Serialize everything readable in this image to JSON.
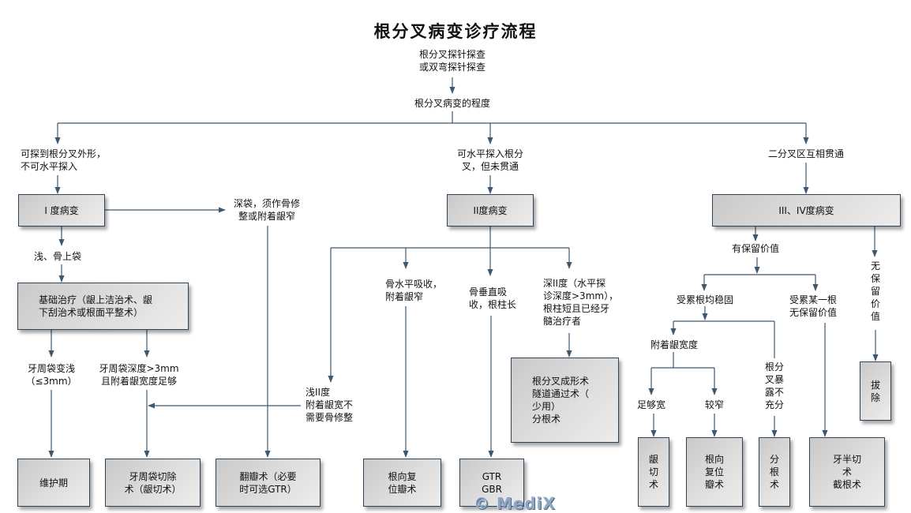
{
  "title": "根分叉病变诊疗流程",
  "start": "根分叉探针探查\n或双弯探针探查",
  "degree": "根分叉病变的程度",
  "branch_left": {
    "condition": "可探到根分叉外形，\n不可水平探入",
    "box": "I 度病变",
    "deep_note": "深袋，须作骨修\n整或附着龈窄",
    "shallow_note": "浅、骨上袋",
    "basic_therapy": "基础治疗（龈上洁治术、龈\n下刮治术或根面平整术）",
    "pocket_shallow": "牙周袋变浅\n（≤3mm）",
    "pocket_deep": "牙周袋深度>3mm\n且附着龈宽度足够",
    "outcomes": [
      "维护期",
      "牙周袋切除\n术（龈切术）",
      "翻瓣术（必要\n时可选GTR）"
    ]
  },
  "branch_middle": {
    "condition": "可水平探入根分\n叉，但未贯通",
    "box": "II度病变",
    "shallow_ii": "浅II度\n附着龈宽不\n需要骨修整",
    "bone_horizontal": "骨水平吸收，\n附着龈窄",
    "bone_vertical": "骨垂直吸\n收，根柱长",
    "deep_ii": "深II度（水平探\n诊深度>3mm），\n根柱短且已经牙\n髓治疗者",
    "deep_box": "根分叉成形术\n隧道通过术（\n少用）\n分根术",
    "outcomes": [
      "根向复\n位瓣术",
      "GTR\nGBR"
    ]
  },
  "branch_right": {
    "condition": "二分叉区互相贯通",
    "box": "III、IV度病变",
    "keep": "有保留价值",
    "no_keep": "无\n保\n留\n价\n值",
    "roots_stable": "受累根均稳固",
    "one_root_lost": "受累某一根\n无保留价值",
    "gingiva_width": "附着龈宽度",
    "wide": "足够宽",
    "narrow": "较窄",
    "exposure": "根分\n叉暴\n露不\n充分",
    "outcomes": [
      "龈\n切\n术",
      "根向\n复位\n瓣术",
      "分\n根\n术",
      "牙半切\n术\n截根术",
      "拔\n除"
    ]
  },
  "watermark": "© MediX",
  "colors": {
    "line": "#3d5870",
    "box_border": "#2f4458"
  }
}
